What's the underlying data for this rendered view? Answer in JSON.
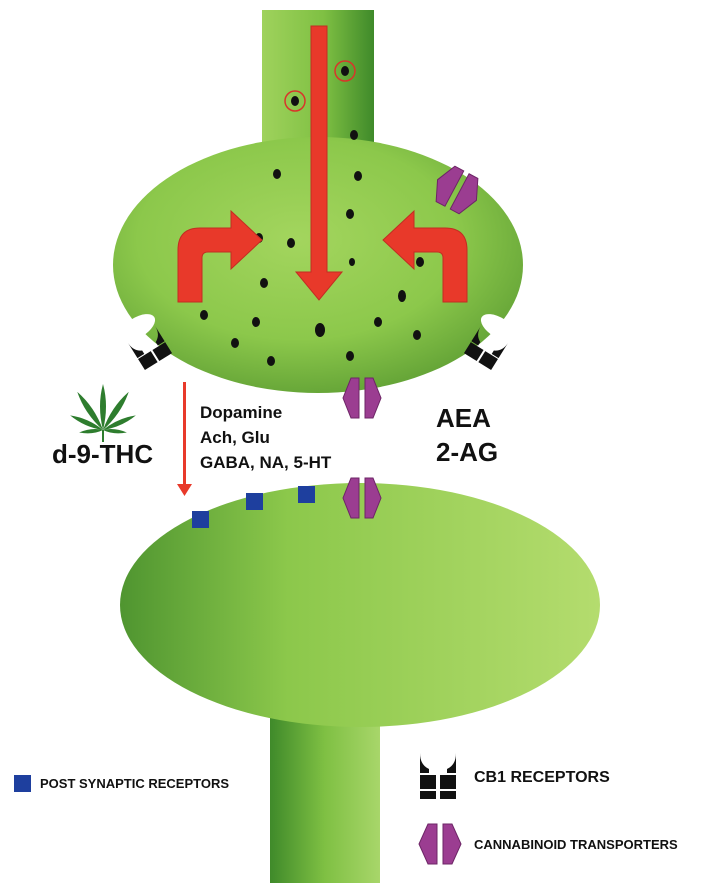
{
  "labels": {
    "neurotransmitters": [
      "Dopamine",
      "Ach, Glu",
      "GABA, NA, 5-HT"
    ],
    "thc": "d-9-THC",
    "endocannabinoids": [
      "AEA",
      "2-AG"
    ]
  },
  "legend": {
    "post_synaptic": "POST SYNAPTIC RECEPTORS",
    "cb1": "CB1 RECEPTORS",
    "transporters": "CANNABINOID TRANSPORTERS"
  },
  "colors": {
    "neuron_green": "#8cc84b",
    "arrow_red": "#e8392a",
    "receptor_blue": "#1e3f9e",
    "transporter_purple": "#9b3d91",
    "cb1_black": "#111111",
    "leaf_green": "#2e7d2e"
  },
  "icons": [
    "cannabis-leaf-icon",
    "cb1-receptor-icon",
    "cannabinoid-transporter-icon",
    "post-synaptic-receptor-icon"
  ]
}
